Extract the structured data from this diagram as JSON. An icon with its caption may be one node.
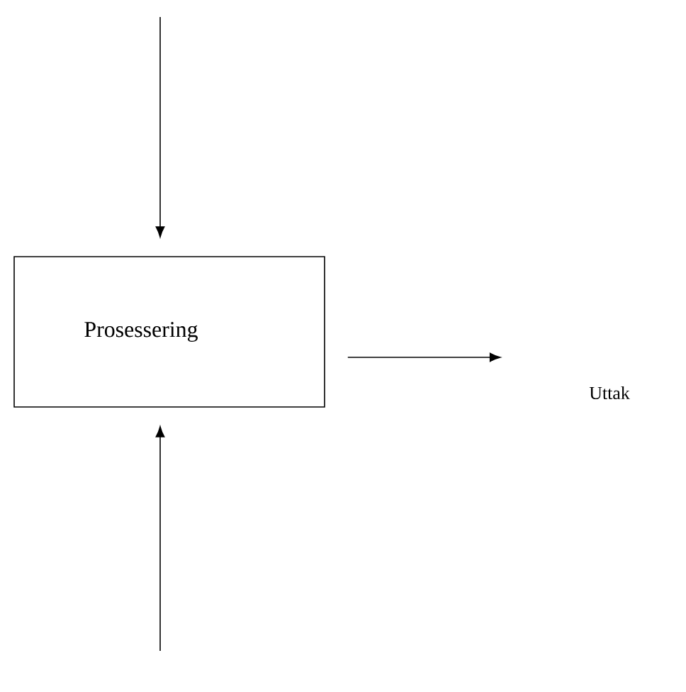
{
  "diagram": {
    "nodes": [
      {
        "text": [
          "Prosessering"
        ]
      },
      {
        "text": [
          "Uttak"
        ]
      }
    ],
    "edges": [
      {
        "from": null,
        "to": 0,
        "arrow": "to"
      },
      {
        "from": null,
        "to": 0,
        "arrow": "to"
      },
      {
        "from": 0,
        "to": 1,
        "arrow": "to"
      }
    ]
  }
}
